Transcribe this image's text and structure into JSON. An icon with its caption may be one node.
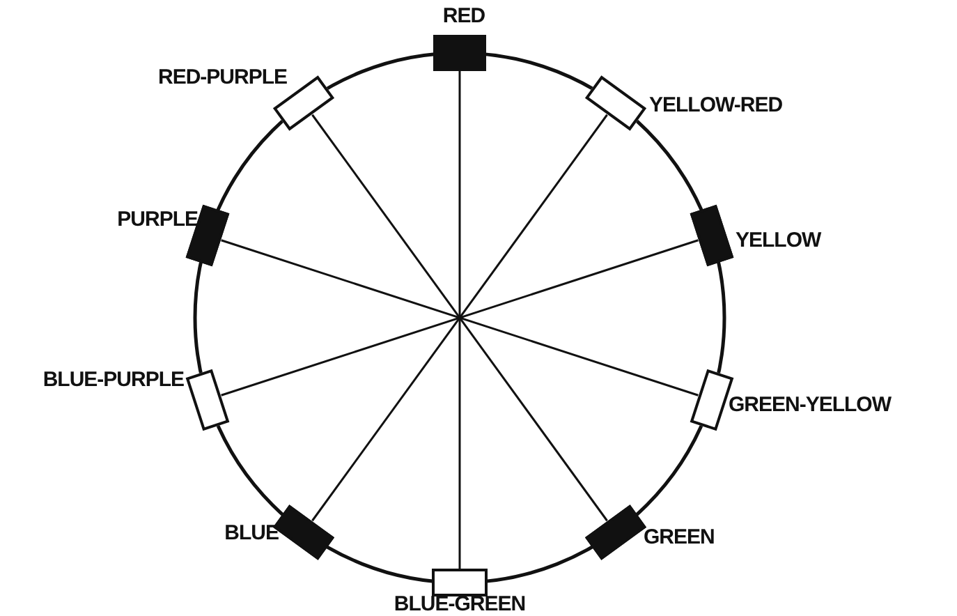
{
  "diagram": {
    "nodes": [
      {
        "text": [],
        "shape": "box",
        "beside": [
          "RED"
        ]
      },
      {
        "text": [],
        "shape": "box",
        "beside": [
          "YELLOW-RED"
        ]
      },
      {
        "text": [],
        "shape": "box",
        "beside": [
          "YELLOW"
        ]
      },
      {
        "text": [],
        "shape": "box",
        "beside": [
          "GREEN-YELLOW"
        ]
      },
      {
        "text": [],
        "shape": "box",
        "beside": [
          "GREEN"
        ]
      },
      {
        "text": [],
        "shape": "box",
        "beside": [
          "BLUE-GREEN"
        ]
      },
      {
        "text": [],
        "shape": "box",
        "beside": [
          "BLUE"
        ]
      },
      {
        "text": [],
        "shape": "box",
        "beside": [
          "BLUE-PURPLE"
        ]
      },
      {
        "text": [],
        "shape": "box",
        "beside": [
          "PURPLE"
        ]
      },
      {
        "text": [],
        "shape": "box",
        "beside": [
          "RED-PURPLE"
        ]
      }
    ],
    "edges": [
      {
        "from": 0,
        "to": 5,
        "arrow": "none"
      },
      {
        "from": 1,
        "to": 6,
        "arrow": "none"
      },
      {
        "from": 2,
        "to": 7,
        "arrow": "none"
      },
      {
        "from": 3,
        "to": 8,
        "arrow": "none"
      },
      {
        "from": 4,
        "to": 9,
        "arrow": "none"
      }
    ]
  }
}
